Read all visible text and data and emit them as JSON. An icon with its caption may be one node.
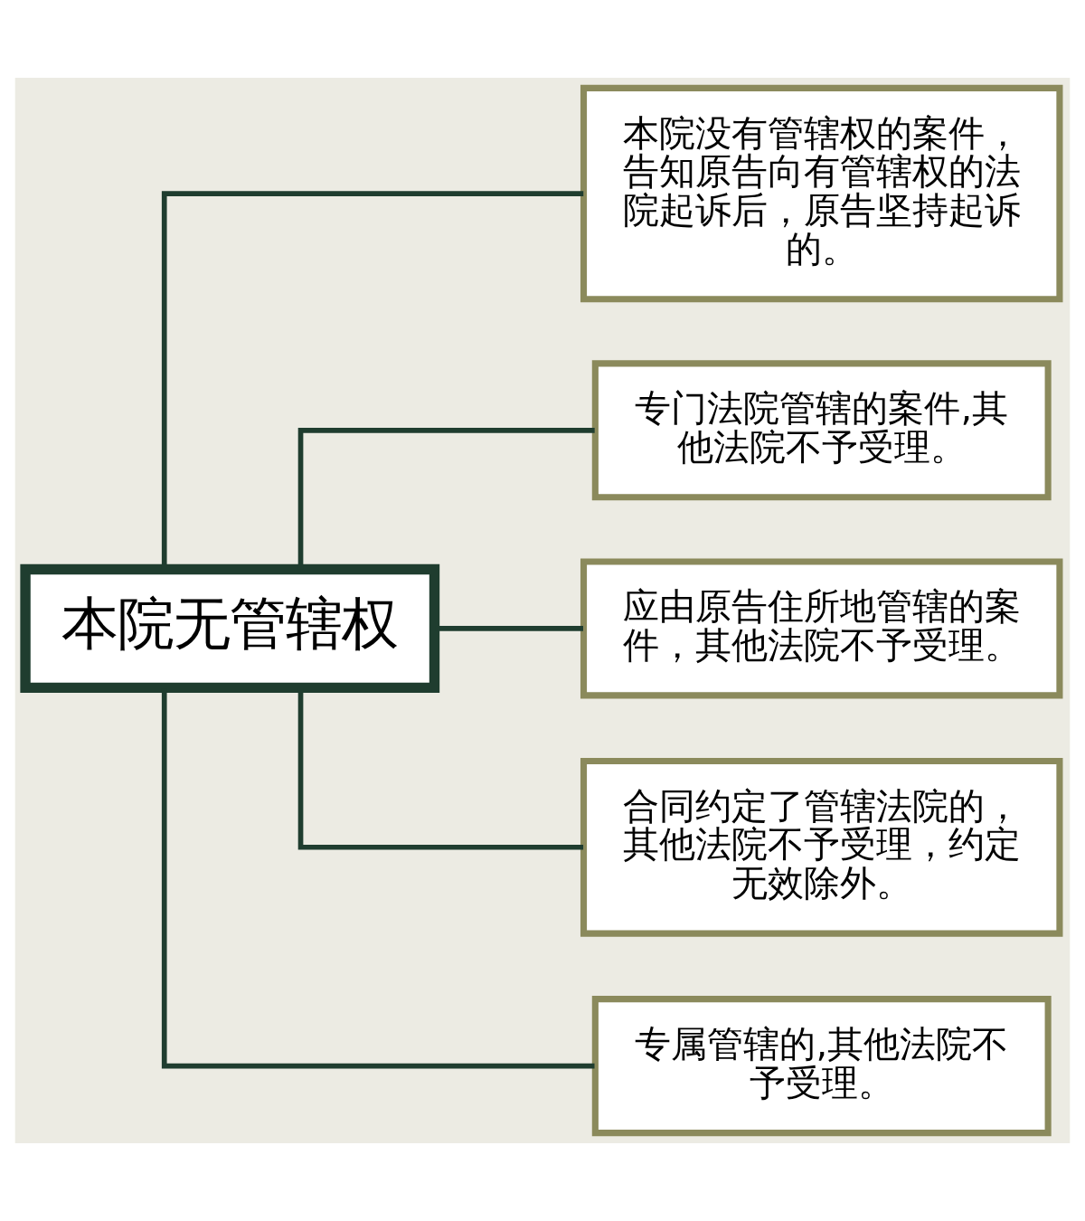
{
  "diagram": {
    "nodes": [
      {
        "text": [
          "本院无管辖权"
        ]
      },
      {
        "text": [
          "本院没有管辖权的案件，告知原告向有管辖权的法院起诉后，原告坚持起诉的。"
        ]
      },
      {
        "text": [
          "专门法院管辖的案件,其他法院不予受理。"
        ]
      },
      {
        "text": [
          "应由原告住所地管辖的案件，其他法院不予受理。"
        ]
      },
      {
        "text": [
          "合同约定了管辖法院的，其他法院不予受理，约定无效除外。"
        ]
      },
      {
        "text": [
          "专属管辖的,其他法院不予受理。"
        ]
      }
    ],
    "edges": [
      {
        "from": 0,
        "to": 1,
        "arrow": "none"
      },
      {
        "from": 0,
        "to": 2,
        "arrow": "none"
      },
      {
        "from": 0,
        "to": 3,
        "arrow": "none"
      },
      {
        "from": 0,
        "to": 4,
        "arrow": "none"
      },
      {
        "from": 0,
        "to": 5,
        "arrow": "none"
      }
    ]
  }
}
